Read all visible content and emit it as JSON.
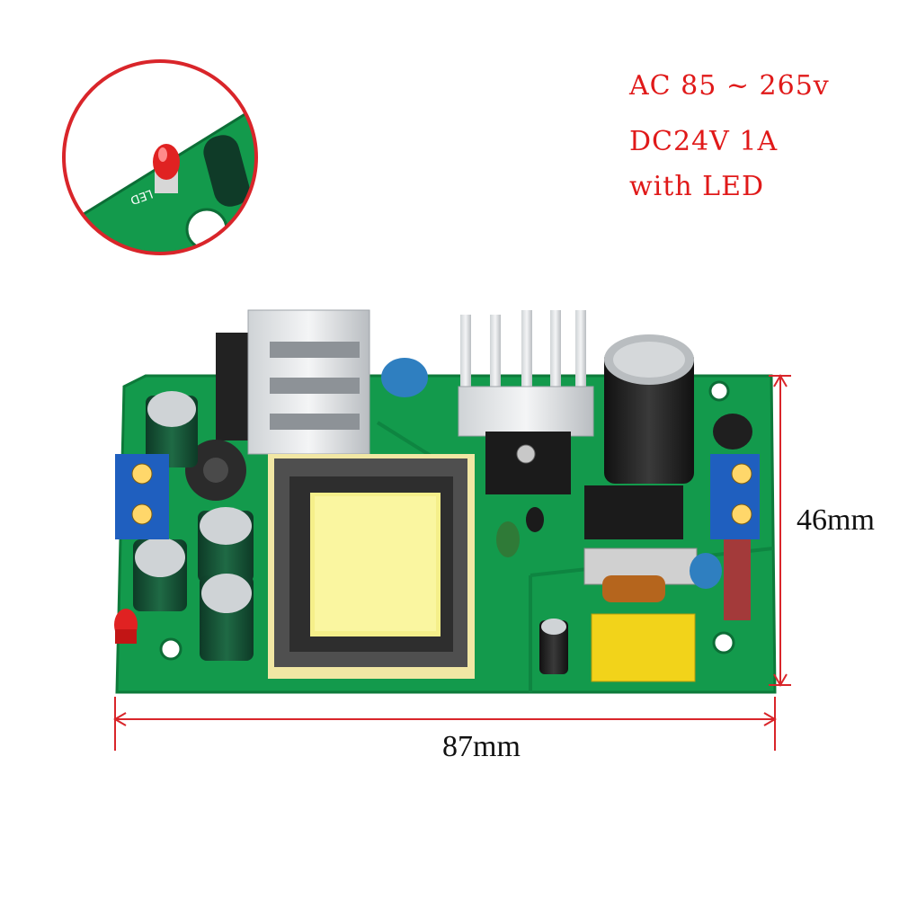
{
  "specs": {
    "line1": "AC 85 ~ 265v",
    "line2": "DC24V 1A",
    "line3": "with LED"
  },
  "dimensions": {
    "width_label": "87mm",
    "height_label": "46mm"
  },
  "colors": {
    "pcb": "#139a4c",
    "dimension_lines": "#d9252a",
    "spec_text": "#e01919"
  }
}
